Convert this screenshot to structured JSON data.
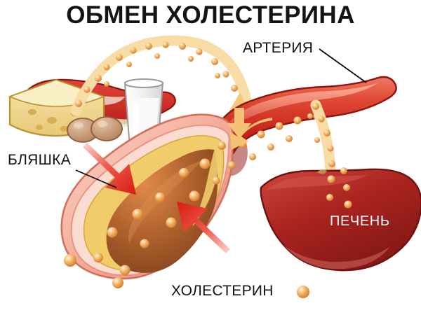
{
  "title": "ОБМЕН ХОЛЕСТЕРИНА",
  "labels": {
    "artery": "АРТЕРИЯ",
    "plaque": "БЛЯШКА",
    "liver": "ПЕЧЕНЬ",
    "cholesterol": "ХОЛЕСТЕРИН"
  },
  "legend": {
    "marker": "cholesterol-particle-sphere",
    "marker_color": "#f0a050"
  },
  "colors": {
    "title_text": "#141414",
    "label_text": "#111111",
    "liver_label_text": "#ffffff",
    "artery_red": "#d42b22",
    "artery_red_dark": "#a81a14",
    "artery_highlight": "#f07a62",
    "vessel_wall_pink": "#f4b3a4",
    "vessel_wall_light": "#fbdcd2",
    "plaque_yellow": "#f0cc6a",
    "lumen_brown": "#9e5a2c",
    "cholesterol_orange": "#f0a050",
    "cholesterol_light": "#fde6c0",
    "flow_band_cream": "#f7dca5",
    "warning_arrow_red": "#e0231c",
    "liver_red": "#a8201e",
    "liver_red_light": "#c8332c",
    "cheese_yellow": "#f2dc9a",
    "meat_red": "#d8382c",
    "egg_brown": "#c99a78",
    "milk_white": "#f2f2f2",
    "pointer_line": "#000000",
    "background": "#ffffff"
  },
  "diagram": {
    "type": "medical-infographic",
    "subject": "cholesterol metabolism",
    "elements": [
      {
        "name": "food-sources",
        "items": [
          "cheese",
          "red-meat",
          "eggs",
          "milk-glass"
        ]
      },
      {
        "name": "flow-arc-food-to-artery",
        "direction": "left-to-right"
      },
      {
        "name": "artery-vessel",
        "state": "narrowed-by-plaque"
      },
      {
        "name": "artery-cross-section",
        "contains": [
          "plaque-deposit",
          "cholesterol-particles"
        ]
      },
      {
        "name": "warning-arrows",
        "count": 2,
        "meaning": "narrowing-site"
      },
      {
        "name": "flow-arc-artery-to-liver",
        "direction": "down-right"
      },
      {
        "name": "liver-organ",
        "label": "ПЕЧЕНЬ"
      }
    ]
  }
}
